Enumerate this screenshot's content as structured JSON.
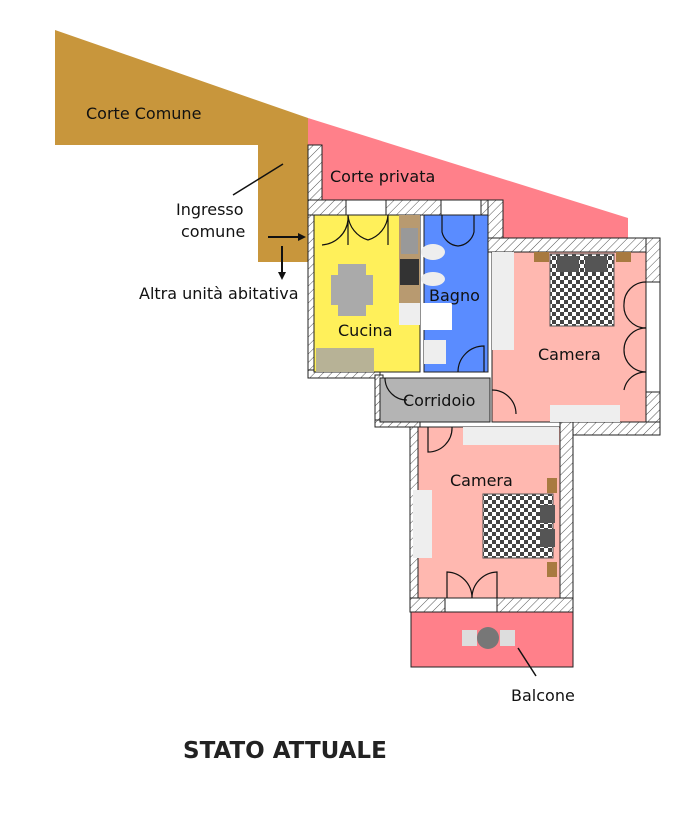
{
  "plan": {
    "title": "STATO ATTUALE",
    "areas": {
      "corte_comune": "Corte Comune",
      "corte_privata": "Corte privata",
      "ingresso": "Ingresso comune",
      "ingresso_line1": "Ingresso",
      "ingresso_line2": "comune",
      "altra_unita": "Altra unità abitativa",
      "cucina": "Cucina",
      "bagno": "Bagno",
      "camera1": "Camera",
      "corridoio": "Corridoio",
      "camera2": "Camera",
      "balcone": "Balcone"
    },
    "colors": {
      "corte_comune": "#c8963c",
      "corte_privata": "#ff808a",
      "cucina": "#fff05a",
      "bagno": "#5a8cff",
      "camera": "#ffb8b0",
      "corridoio": "#b4b4b4",
      "balcone": "#ff808a"
    }
  }
}
